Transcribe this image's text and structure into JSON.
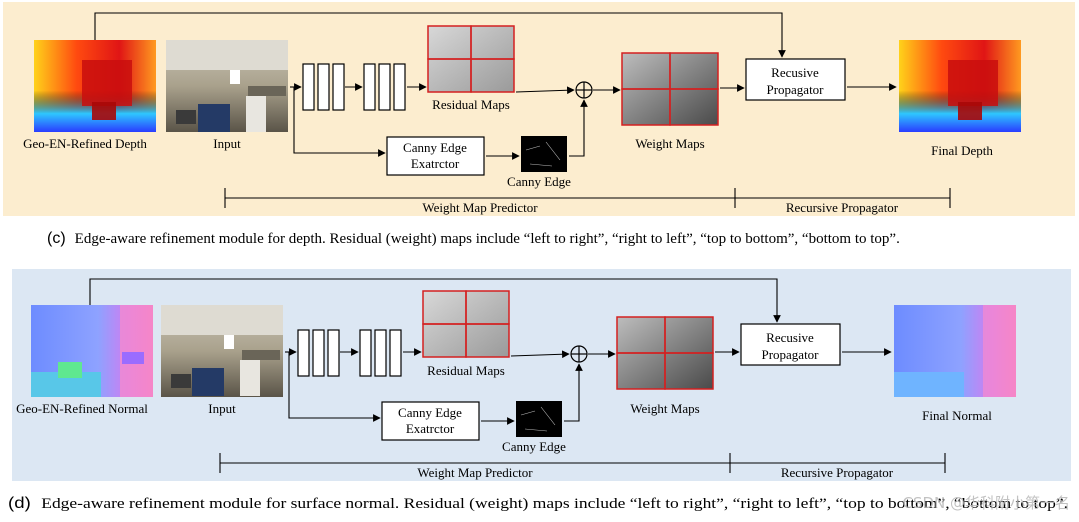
{
  "panels": [
    {
      "id": "c",
      "background": "#fcedcf",
      "side_label": "Geo-EN-Refined Depth",
      "input_label": "Input",
      "residual_label": "Residual Maps",
      "weight_label": "Weight Maps",
      "canny_box": [
        "Canny Edge",
        "Exatrctor"
      ],
      "canny_label": "Canny Edge",
      "prop_box": [
        "Recusive",
        "Propagator"
      ],
      "final_label": "Final Depth",
      "stage_predictor": "Weight Map Predictor",
      "stage_propagator": "Recursive Propagator",
      "caption_tag": "(c)",
      "caption": "Edge-aware refinement module for depth. Residual (weight) maps include “left to right”, “right to left”, “top to bottom”, “bottom to top”.",
      "map_kind": "depth"
    },
    {
      "id": "d",
      "background": "#dce7f3",
      "side_label": "Geo-EN-Refined Normal",
      "input_label": "Input",
      "residual_label": "Residual Maps",
      "weight_label": "Weight Maps",
      "canny_box": [
        "Canny Edge",
        "Exatrctor"
      ],
      "canny_label": "Canny Edge",
      "prop_box": [
        "Recusive",
        "Propagator"
      ],
      "final_label": "Final Normal",
      "stage_predictor": "Weight Map Predictor",
      "stage_propagator": "Recursive Propagator",
      "caption_tag": "(d)",
      "caption": "Edge-aware refinement module for surface normal. Residual (weight) maps include “left to right”, “right to left”, “top to bottom”, “bottom to top”.",
      "map_kind": "normal"
    }
  ],
  "watermark": "CSDN @华科附小第一名",
  "colors": {
    "map_border": "#d42020",
    "arrow": "#000000"
  }
}
